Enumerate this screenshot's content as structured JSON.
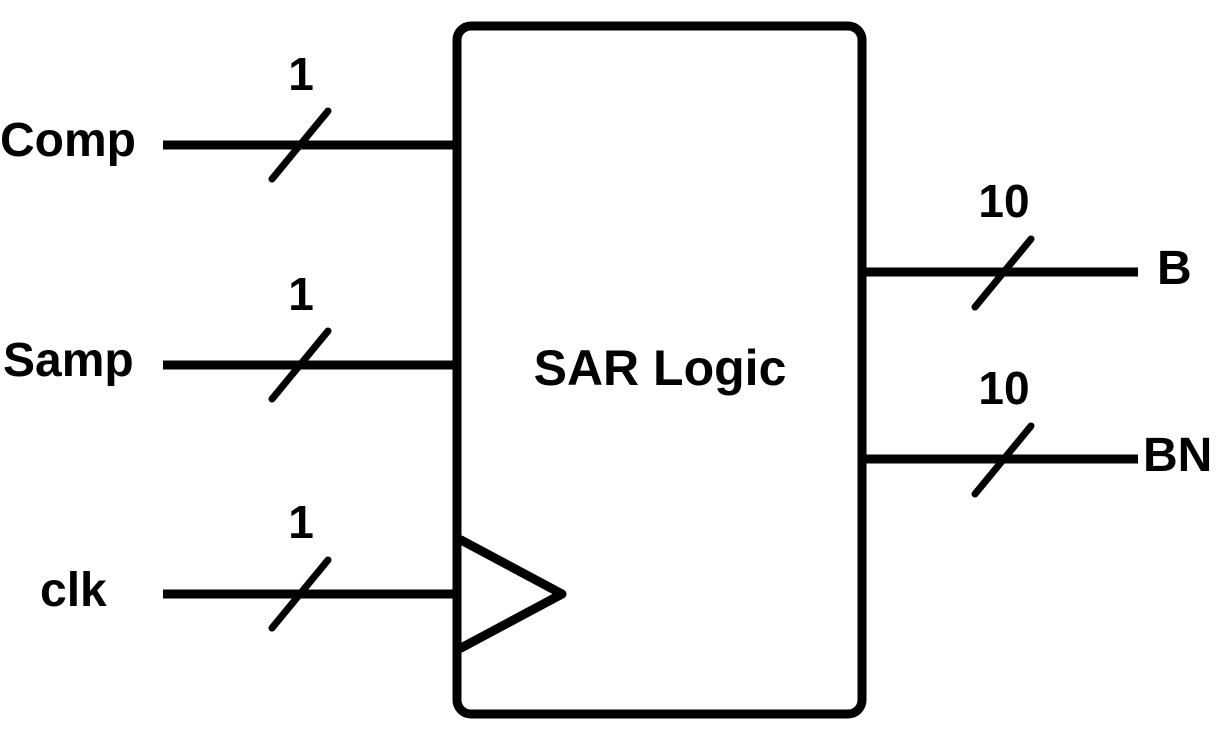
{
  "block": {
    "title": "SAR Logic"
  },
  "inputs": [
    {
      "name": "Comp",
      "width": "1"
    },
    {
      "name": "Samp",
      "width": "1"
    },
    {
      "name": "clk",
      "width": "1"
    }
  ],
  "outputs": [
    {
      "name": "B",
      "width": "10"
    },
    {
      "name": "BN",
      "width": "10"
    }
  ],
  "colors": {
    "stroke": "#000000",
    "background": "#ffffff"
  }
}
